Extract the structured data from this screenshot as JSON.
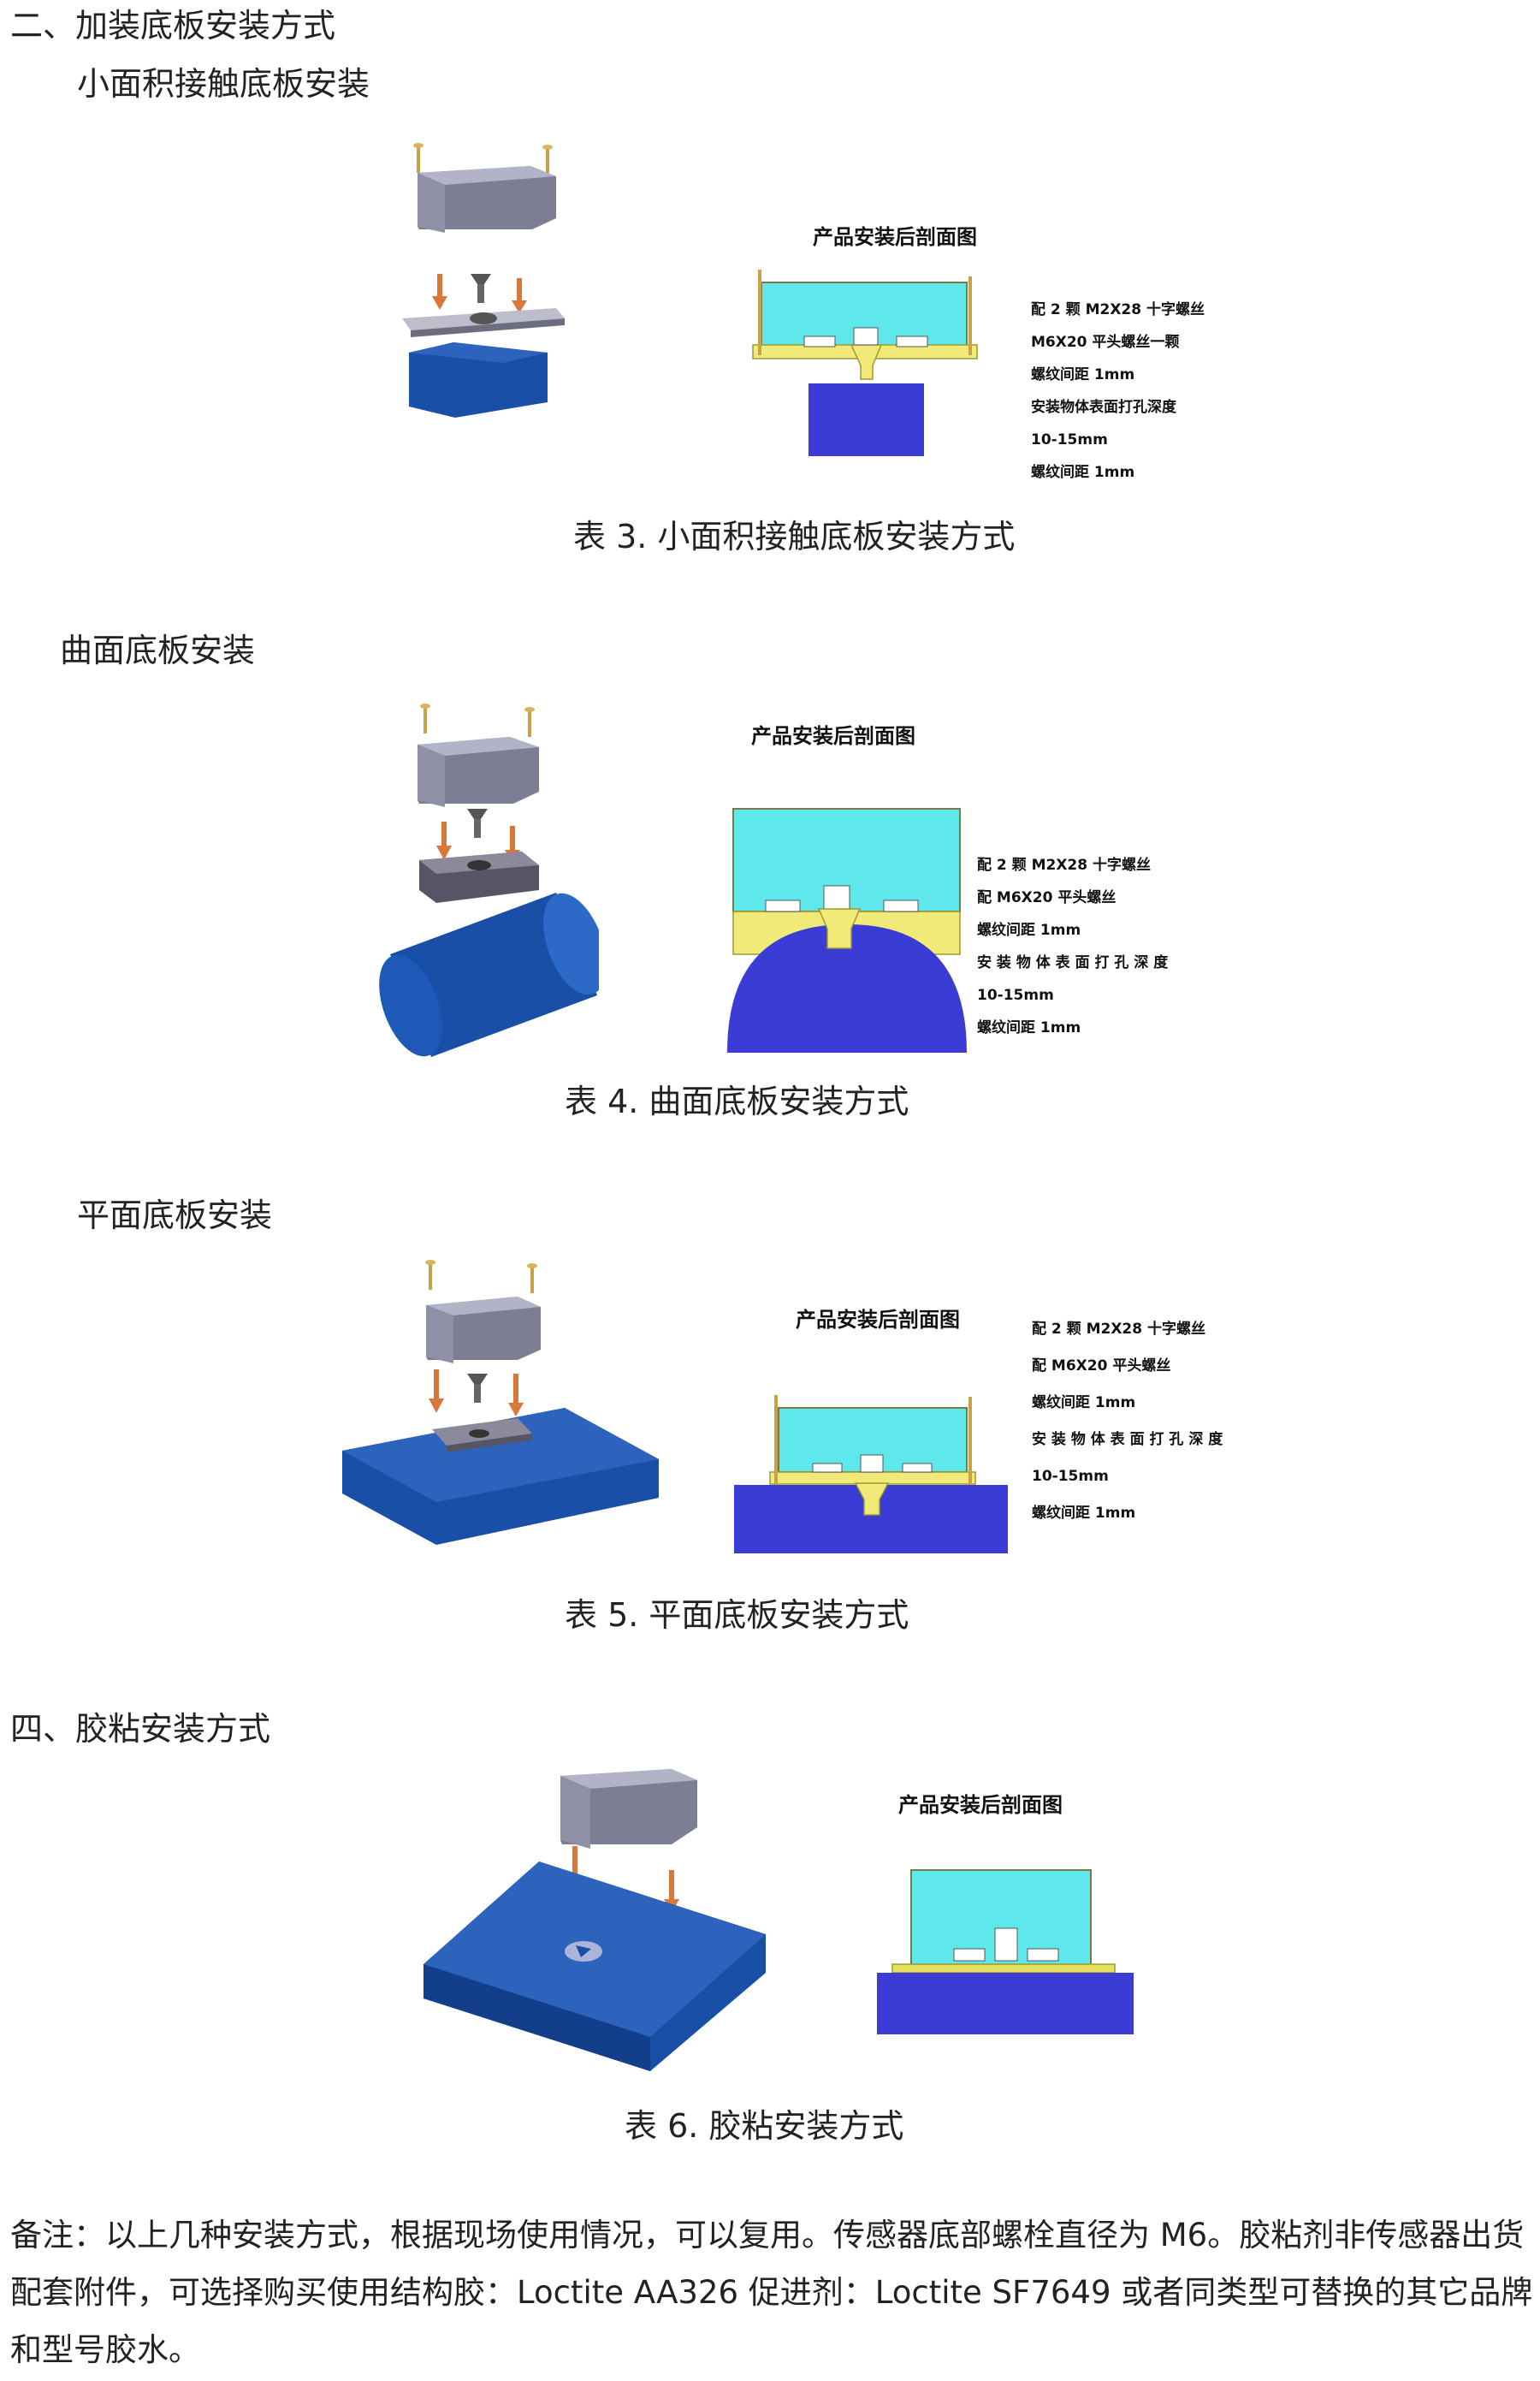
{
  "sections": {
    "s2_heading": "二、加装底板安装方式",
    "small_heading": "小面积接触底板安装",
    "curved_heading": "曲面底板安装",
    "flat_heading": "平面底板安装",
    "s4_heading": "四、胶粘安装方式"
  },
  "figures": {
    "fig3": {
      "caption": "表 3.  小面积接触底板安装方式",
      "cs_title": "产品安装后剖面图",
      "specs": [
        "配 2 颗 M2X28 十字螺丝",
        "M6X20 平头螺丝一颗",
        "螺纹间距 1mm",
        "安装物体表面打孔深度",
        "10-15mm",
        "螺纹间距 1mm"
      ]
    },
    "fig4": {
      "caption": "表 4.  曲面底板安装方式",
      "cs_title": "产品安装后剖面图",
      "specs": [
        "配 2 颗 M2X28 十字螺丝",
        "配 M6X20 平头螺丝",
        "螺纹间距 1mm",
        "安 装 物 体 表 面 打 孔 深 度",
        "10-15mm",
        "螺纹间距 1mm"
      ]
    },
    "fig5": {
      "caption": "表 5.  平面底板安装方式",
      "cs_title": "产品安装后剖面图",
      "specs": [
        "配 2 颗 M2X28 十字螺丝",
        "配 M6X20 平头螺丝",
        "螺纹间距 1mm",
        "安 装 物 体 表 面 打 孔 深 度",
        "10-15mm",
        "螺纹间距 1mm"
      ]
    },
    "fig6": {
      "caption": "表 6.  胶粘安装方式",
      "cs_title": "产品安装后剖面图"
    }
  },
  "note": "备注：以上几种安装方式，根据现场使用情况，可以复用。传感器底部螺栓直径为 M6。胶粘剂非传感器出货配套附件，可选择购买使用结构胶：Loctite AA326 促进剂：Loctite SF7649 或者同类型可替换的其它品牌和型号胶水。",
  "colors": {
    "block_blue": "#1a4fa8",
    "sensor_gray": "#9a9aad",
    "cross_cyan": "#5fe8ec",
    "plate_yellow": "#f2ea78",
    "base_blue": "#3b3bd6",
    "arrow_orange": "#d9783a"
  }
}
